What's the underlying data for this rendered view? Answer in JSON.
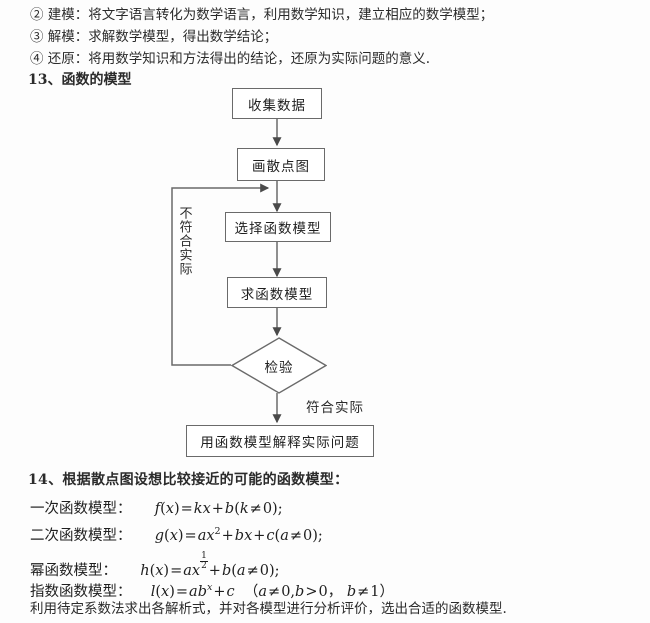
{
  "document": {
    "intro_items": [
      "②  建模：将文字语言转化为数学语言，利用数学知识，建立相应的数学模型；",
      "③  解模：求解数学模型，得出数学结论；",
      "④  还原：将用数学知识和方法得出的结论，还原为实际问题的意义."
    ],
    "heading_13": "13、函数的模型",
    "heading_14": "14、根据散点图设想比较接近的可能的函数模型：",
    "closing_line": "利用待定系数法求出各解析式，并对各模型进行分析评价，选出合适的函数模型."
  },
  "flowchart": {
    "nodes": [
      {
        "id": "collect",
        "label": "收集数据",
        "shape": "rect"
      },
      {
        "id": "scatter",
        "label": "画散点图",
        "shape": "rect"
      },
      {
        "id": "choose",
        "label": "选择函数模型",
        "shape": "rect"
      },
      {
        "id": "solve",
        "label": "求函数模型",
        "shape": "rect"
      },
      {
        "id": "check",
        "label": "检验",
        "shape": "diamond"
      },
      {
        "id": "explain",
        "label": "用函数模型解释实际问题",
        "shape": "rect"
      }
    ],
    "edge_labels": {
      "no_match": "不符合实际",
      "match": "符合实际"
    },
    "line_color": "#6a6a6a"
  },
  "formulas": [
    {
      "label": "一次函数模型：",
      "fn": "f",
      "body": "kx + b(k ≠ 0);"
    },
    {
      "label": "二次函数模型：",
      "fn": "g",
      "body": "ax² + bx + c(a ≠ 0);"
    },
    {
      "label": "幂函数模型：",
      "fn": "h",
      "body": "ax^(1/2) + b(a ≠ 0);"
    },
    {
      "label": "指数函数模型：",
      "fn": "l",
      "body": "ab^x + c （a ≠ 0, b > 0， b ≠ 1）"
    }
  ],
  "formula_labels": {
    "linear": "一次函数模型：",
    "quadratic": "二次函数模型：",
    "power": "幂函数模型：",
    "exponential": "指数函数模型："
  }
}
